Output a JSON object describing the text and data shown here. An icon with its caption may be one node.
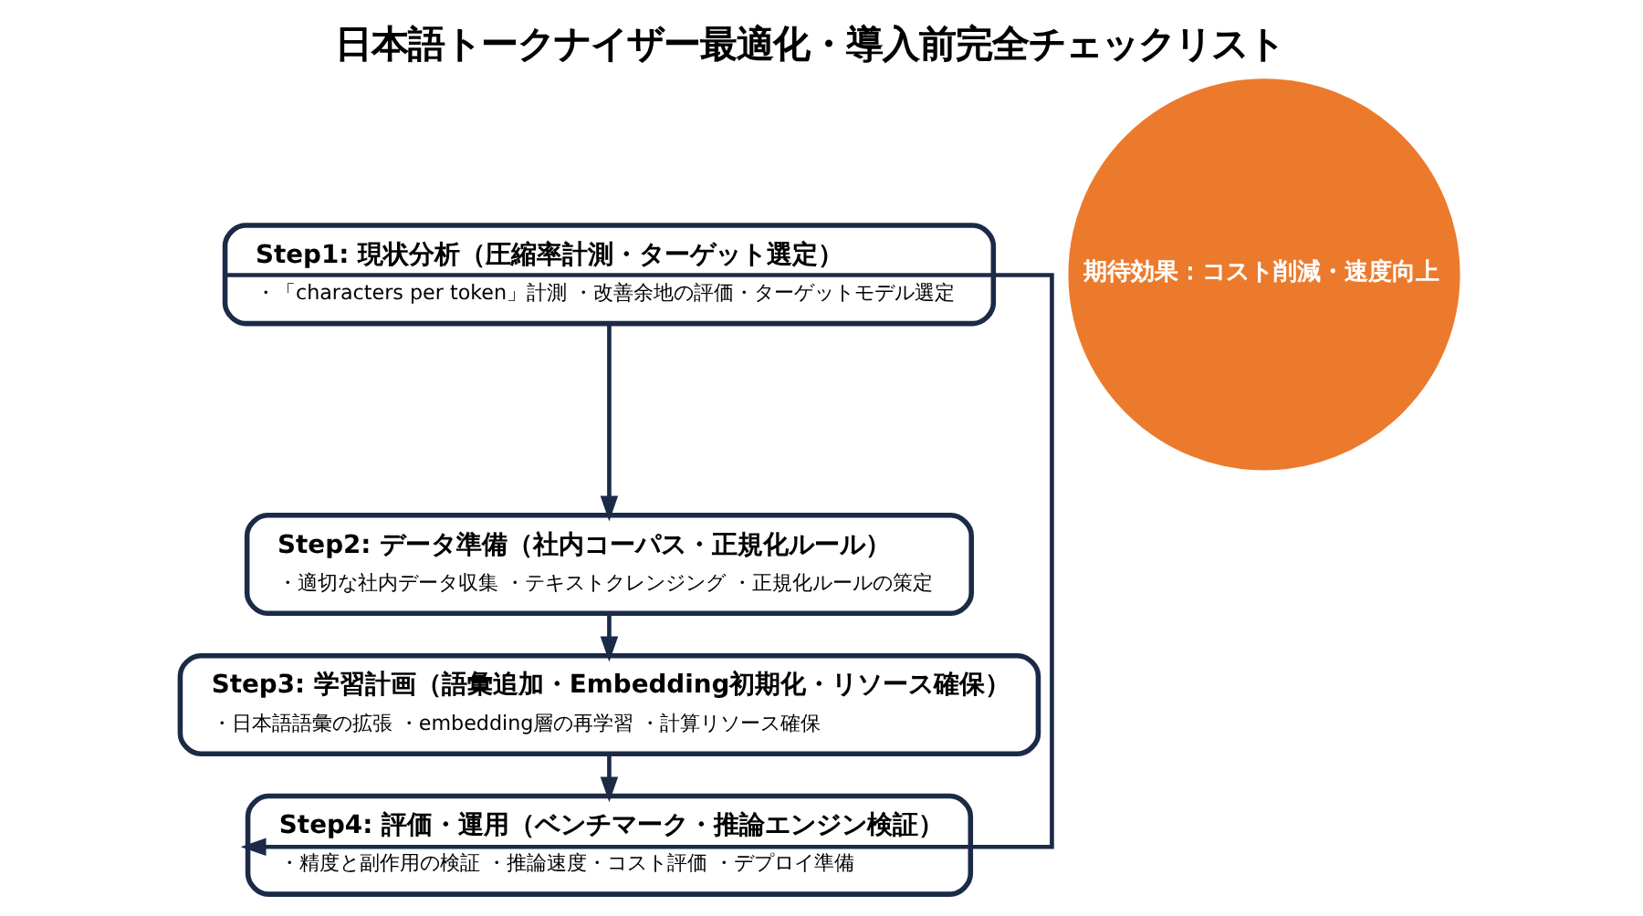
{
  "diagram": {
    "title": "日本語トークナイザー最適化・導入前完全チェックリスト",
    "nodes": [
      {
        "text": [
          "Step1: 現状分析（圧縮率計測・ターゲット選定）",
          "・「characters per token」計測 ・改善余地の評価・ターゲットモデル選定"
        ]
      },
      {
        "text": [
          "Step2: データ準備（社内コーパス・正規化ルール）",
          "・適切な社内データ収集 ・テキストクレンジング ・正規化ルールの策定"
        ]
      },
      {
        "text": [
          "Step3: 学習計画（語彙追加・Embedding初期化・リソース確保）",
          "・日本語語彙の拡張 ・embedding層の再学習 ・計算リソース確保"
        ]
      },
      {
        "text": [
          "Step4: 評価・運用（ベンチマーク・推論エンジン検証）",
          "・精度と副作用の検証 ・推論速度・コスト評価 ・デプロイ準備"
        ]
      },
      {
        "text": [
          "期待効果：コスト削減・速度向上"
        ]
      }
    ],
    "edges": [
      {
        "from": 0,
        "to": 1,
        "arrow": "to"
      },
      {
        "from": 1,
        "to": 2,
        "arrow": "to"
      },
      {
        "from": 2,
        "to": 3,
        "arrow": "to"
      },
      {
        "from": 0,
        "to": 3,
        "arrow": "to"
      }
    ]
  }
}
